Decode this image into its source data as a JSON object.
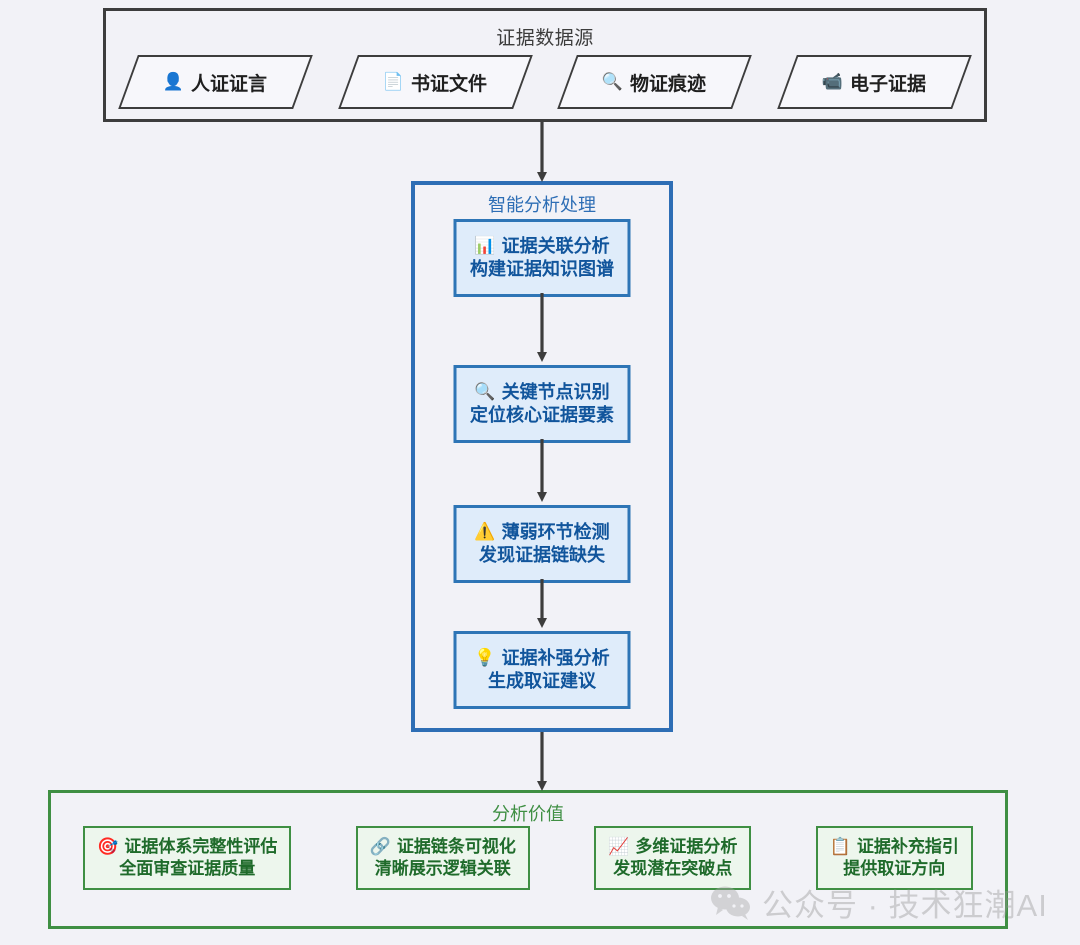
{
  "sources": {
    "title": "证据数据源",
    "items": [
      {
        "icon": "person-icon",
        "glyph": "👤",
        "label": "人证证言"
      },
      {
        "icon": "document-icon",
        "glyph": "📄",
        "label": "书证文件"
      },
      {
        "icon": "magnifier-icon",
        "glyph": "🔍",
        "label": "物证痕迹"
      },
      {
        "icon": "video-camera-icon",
        "glyph": "📹",
        "label": "电子证据"
      }
    ]
  },
  "analysis": {
    "title": "智能分析处理",
    "steps": [
      {
        "icon": "bar-chart-icon",
        "glyph": "📊",
        "line1": "证据关联分析",
        "line2": "构建证据知识图谱"
      },
      {
        "icon": "magnifier-icon",
        "glyph": "🔍",
        "line1": "关键节点识别",
        "line2": "定位核心证据要素"
      },
      {
        "icon": "warning-icon",
        "glyph": "⚠️",
        "line1": "薄弱环节检测",
        "line2": "发现证据链缺失"
      },
      {
        "icon": "lightbulb-icon",
        "glyph": "💡",
        "line1": "证据补强分析",
        "line2": "生成取证建议"
      }
    ]
  },
  "value": {
    "title": "分析价值",
    "items": [
      {
        "icon": "target-icon",
        "glyph": "🎯",
        "line1": "证据体系完整性评估",
        "line2": "全面审查证据质量"
      },
      {
        "icon": "link-icon",
        "glyph": "🔗",
        "line1": "证据链条可视化",
        "line2": "清晰展示逻辑关联"
      },
      {
        "icon": "chart-increasing-icon",
        "glyph": "📈",
        "line1": "多维证据分析",
        "line2": "发现潜在突破点"
      },
      {
        "icon": "clipboard-icon",
        "glyph": "📋",
        "line1": "证据补充指引",
        "line2": "提供取证方向"
      }
    ]
  },
  "watermark": {
    "icon": "wechat-icon",
    "text": "公众号 · 技术狂潮AI"
  },
  "colors": {
    "source_border": "#3d3d3d",
    "analysis_border": "#2e6eb5",
    "analysis_box_border": "#2e75b6",
    "analysis_box_fill": "#dfecfa",
    "analysis_text": "#11559c",
    "value_border": "#3f8f43",
    "value_box_fill": "#edf6ed",
    "value_text": "#1f6b2b",
    "arrow": "#3d3d3d",
    "background": "#f2f2f7"
  }
}
